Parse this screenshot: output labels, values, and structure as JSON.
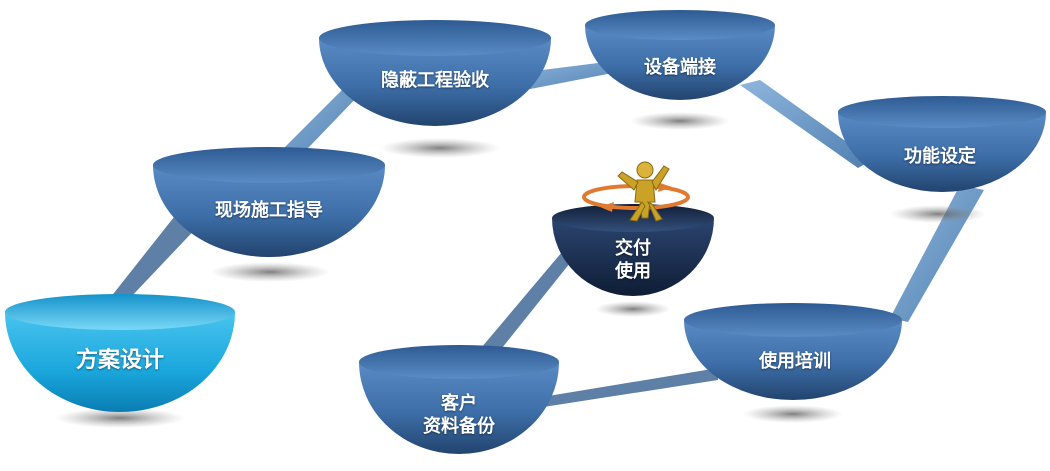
{
  "steps": {
    "fangan": "方案设计",
    "xianchang": "现场施工指导",
    "yinbi": "隐蔽工程验收",
    "shebei": "设备端接",
    "gongneng": "功能设定",
    "peixun": "使用培训",
    "kehu_line1": "客户",
    "kehu_line2": "资料备份",
    "jiaofu_line1": "交付",
    "jiaofu_line2": "使用"
  },
  "colors": {
    "bowl_blue": "#3d6ea8",
    "bowl_blue_dark": "#2a4f80",
    "start_cyan": "#1aa6dc",
    "center_navy": "#1a2d4d",
    "connector": "#6f9cc8",
    "ring_orange": "#e07a30",
    "figure_gold": "#c9a227"
  },
  "icons": [
    "person-arms-up-icon",
    "orange-ring-arrows-icon"
  ]
}
